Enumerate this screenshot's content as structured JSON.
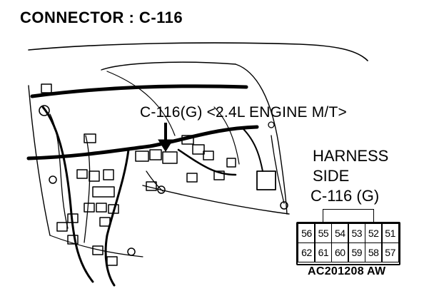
{
  "title": "CONNECTOR : C-116",
  "callout_label": "C-116(G) <2.4L ENGINE M/T>",
  "harness_side": {
    "line1": "HARNESS",
    "line2": "SIDE",
    "line3": "C-116 (G)"
  },
  "connector_pins": {
    "top_row": [
      "56",
      "55",
      "54",
      "53",
      "52",
      "51"
    ],
    "bottom_row": [
      "62",
      "61",
      "60",
      "59",
      "58",
      "57"
    ]
  },
  "figure_code": "AC201208 AW"
}
